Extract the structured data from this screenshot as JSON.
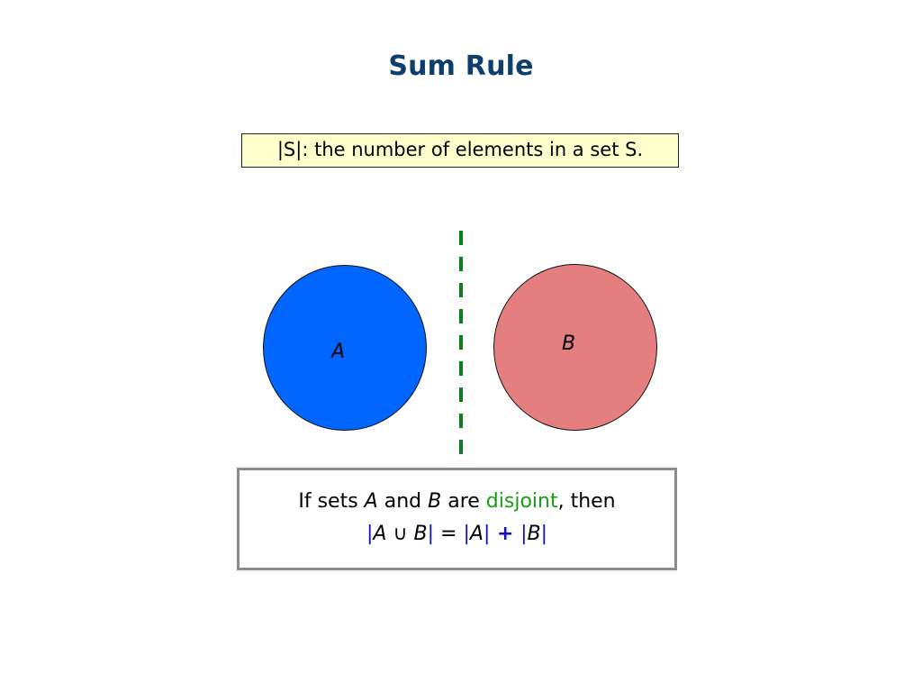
{
  "slide": {
    "title": "Sum Rule",
    "definition": "|S|: the number of elements in a set S.",
    "colors": {
      "title": "#0d3f6e",
      "definition_box": "#ffffcc",
      "set_a": "#0066ff",
      "set_b": "#e57f7f",
      "divider": "#0a7d1f",
      "highlight_green": "#11a111",
      "highlight_blue": "#1010c8"
    }
  },
  "diagram": {
    "set_a_label": "A",
    "set_b_label": "B"
  },
  "rule": {
    "line1": {
      "prefix": "If sets ",
      "set_a": "A",
      "and": " and ",
      "set_b": "B",
      "are": " are ",
      "keyword": "disjoint",
      "suffix": ", then"
    },
    "line2": {
      "bar_open_union": "|",
      "union_a": "A",
      "union_symbol": " ∪ ",
      "union_b": "B",
      "bar_close_union": "|",
      "equals": " = ",
      "bar_open_a": "|",
      "term_a": "A",
      "bar_close_a": "|",
      "plus": " + ",
      "bar_open_b": "|",
      "term_b": "B",
      "bar_close_b": "|"
    }
  }
}
